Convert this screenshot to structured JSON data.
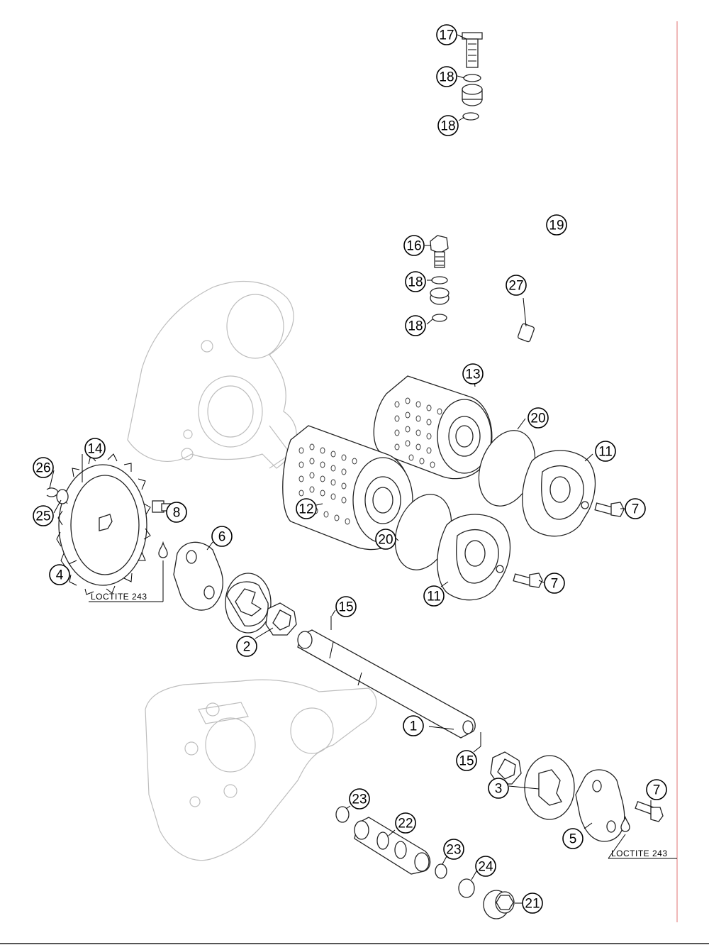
{
  "diagram": {
    "callouts": [
      {
        "id": "c17a",
        "label": "17"
      },
      {
        "id": "c18a",
        "label": "18"
      },
      {
        "id": "c18b",
        "label": "18"
      },
      {
        "id": "c19",
        "label": "19"
      },
      {
        "id": "c16",
        "label": "16"
      },
      {
        "id": "c18c",
        "label": "18"
      },
      {
        "id": "c27",
        "label": "27"
      },
      {
        "id": "c18d",
        "label": "18"
      },
      {
        "id": "c13",
        "label": "13"
      },
      {
        "id": "c20a",
        "label": "20"
      },
      {
        "id": "c11a",
        "label": "11"
      },
      {
        "id": "c7a",
        "label": "7"
      },
      {
        "id": "c14",
        "label": "14"
      },
      {
        "id": "c26",
        "label": "26"
      },
      {
        "id": "c25",
        "label": "25"
      },
      {
        "id": "c4",
        "label": "4"
      },
      {
        "id": "c8",
        "label": "8"
      },
      {
        "id": "c6",
        "label": "6"
      },
      {
        "id": "c12",
        "label": "12"
      },
      {
        "id": "c20b",
        "label": "20"
      },
      {
        "id": "c11b",
        "label": "11"
      },
      {
        "id": "c7b",
        "label": "7"
      },
      {
        "id": "c15a",
        "label": "15"
      },
      {
        "id": "c2",
        "label": "2"
      },
      {
        "id": "c1",
        "label": "1"
      },
      {
        "id": "c15b",
        "label": "15"
      },
      {
        "id": "c3",
        "label": "3"
      },
      {
        "id": "c7c",
        "label": "7"
      },
      {
        "id": "c23a",
        "label": "23"
      },
      {
        "id": "c22",
        "label": "22"
      },
      {
        "id": "c5",
        "label": "5"
      },
      {
        "id": "c23b",
        "label": "23"
      },
      {
        "id": "c24",
        "label": "24"
      },
      {
        "id": "c21",
        "label": "21"
      }
    ],
    "notes": [
      {
        "id": "loctite-left",
        "text": "LOCTITE 243"
      },
      {
        "id": "loctite-right",
        "text": "LOCTITE 243"
      }
    ],
    "colors": {
      "ink": "#000000",
      "ghost": "#bdbdbd",
      "edge": "#e07070"
    }
  }
}
